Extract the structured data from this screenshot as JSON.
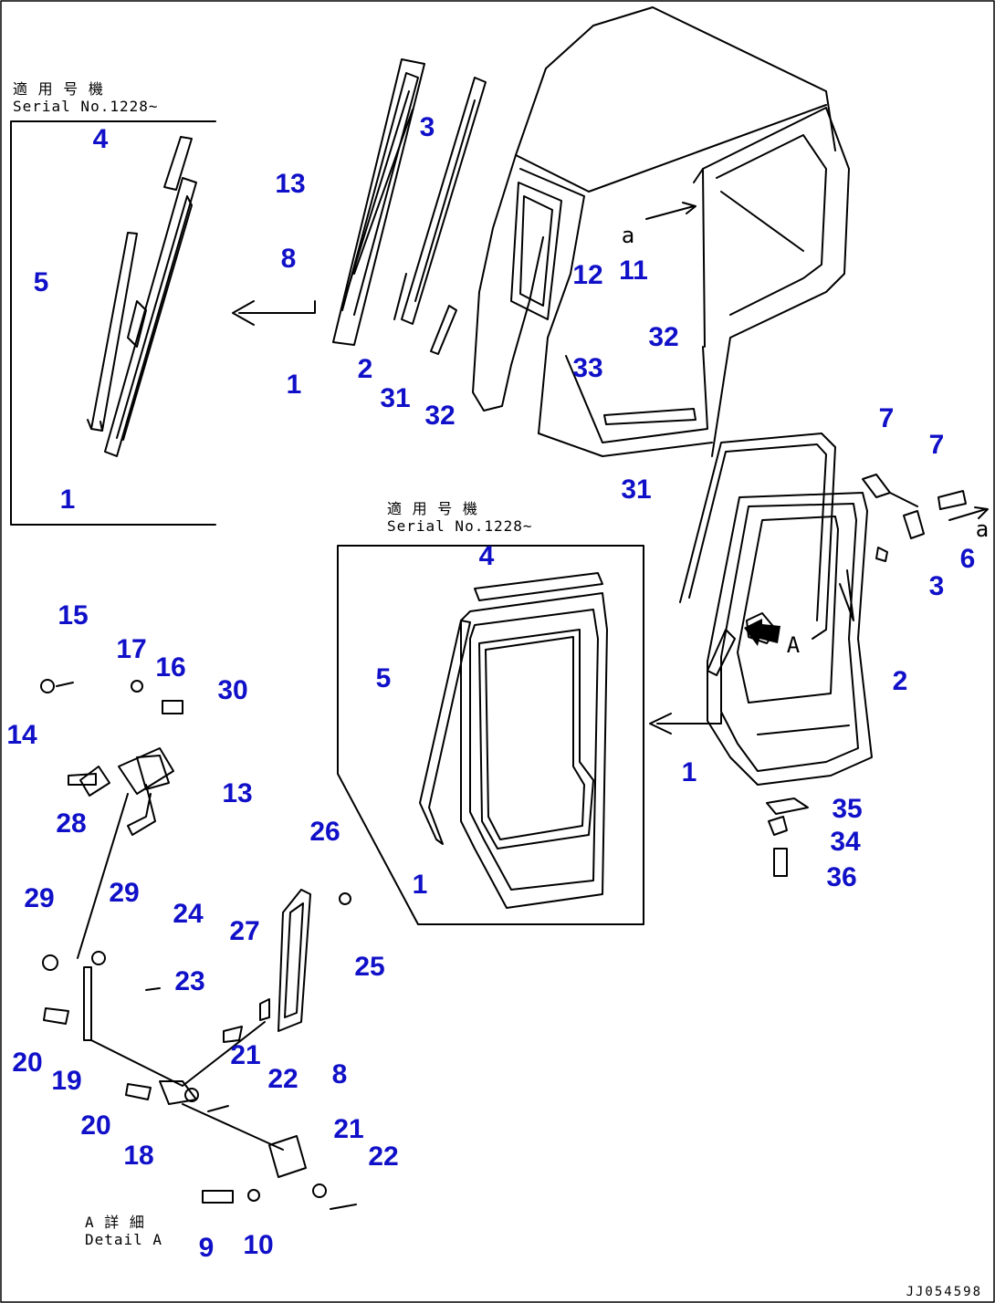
{
  "serial_notes": {
    "top_left": {
      "line1": "適 用 号 機",
      "line2": "Serial No.1228~"
    },
    "center": {
      "line1": "適 用 号 機",
      "line2": "Serial No.1228~"
    }
  },
  "detail_caption": {
    "line1": "A 詳 細",
    "line2": "Detail A"
  },
  "view_marks": {
    "a_top": "a",
    "a_right": "a",
    "arrow_a": "A"
  },
  "drawing_code": "JJ054598",
  "callouts": [
    "4",
    "5",
    "1",
    "3",
    "13",
    "8",
    "1",
    "2",
    "31",
    "32",
    "12",
    "11",
    "32",
    "33",
    "7",
    "7",
    "31",
    "6",
    "3",
    "2",
    "1",
    "4",
    "5",
    "1",
    "35",
    "34",
    "36",
    "15",
    "17",
    "16",
    "30",
    "14",
    "13",
    "28",
    "29",
    "29",
    "24",
    "23",
    "27",
    "26",
    "25",
    "20",
    "19",
    "21",
    "22",
    "20",
    "18",
    "8",
    "21",
    "22",
    "9",
    "10"
  ],
  "colors": {
    "callout": "#1010c8",
    "linework": "#000000"
  }
}
